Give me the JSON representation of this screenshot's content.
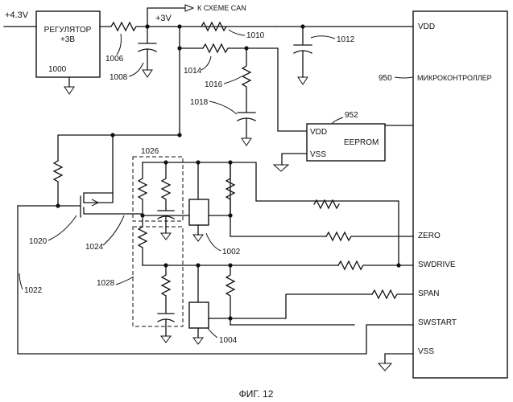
{
  "figure": {
    "caption": "ФИГ. 12",
    "input_voltage": "+4.3V",
    "rail_voltage": "+3V",
    "to_can_circuit": "К СХЕМЕ CAN"
  },
  "regulator": {
    "label_line1": "РЕГУЛЯТОР",
    "label_line2": "+3В",
    "ref": "1000"
  },
  "microcontroller": {
    "ref": "950",
    "name": "МИКРОКОНТРОЛЛЕР",
    "pins": [
      "VDD",
      "ZERO",
      "SWDRIVE",
      "SPAN",
      "SWSTART",
      "VSS"
    ]
  },
  "eeprom": {
    "ref": "952",
    "name": "EEPROM",
    "pin_vdd": "VDD",
    "pin_vss": "VSS"
  },
  "refs": {
    "r1006": "1006",
    "c1008": "1008",
    "r1010": "1010",
    "c1012": "1012",
    "r1014": "1014",
    "r1016": "1016",
    "c1018": "1018",
    "q1020": "1020",
    "w1022": "1022",
    "w1024": "1024",
    "box1026": "1026",
    "box1028": "1028",
    "u1002": "1002",
    "u1004": "1004"
  }
}
